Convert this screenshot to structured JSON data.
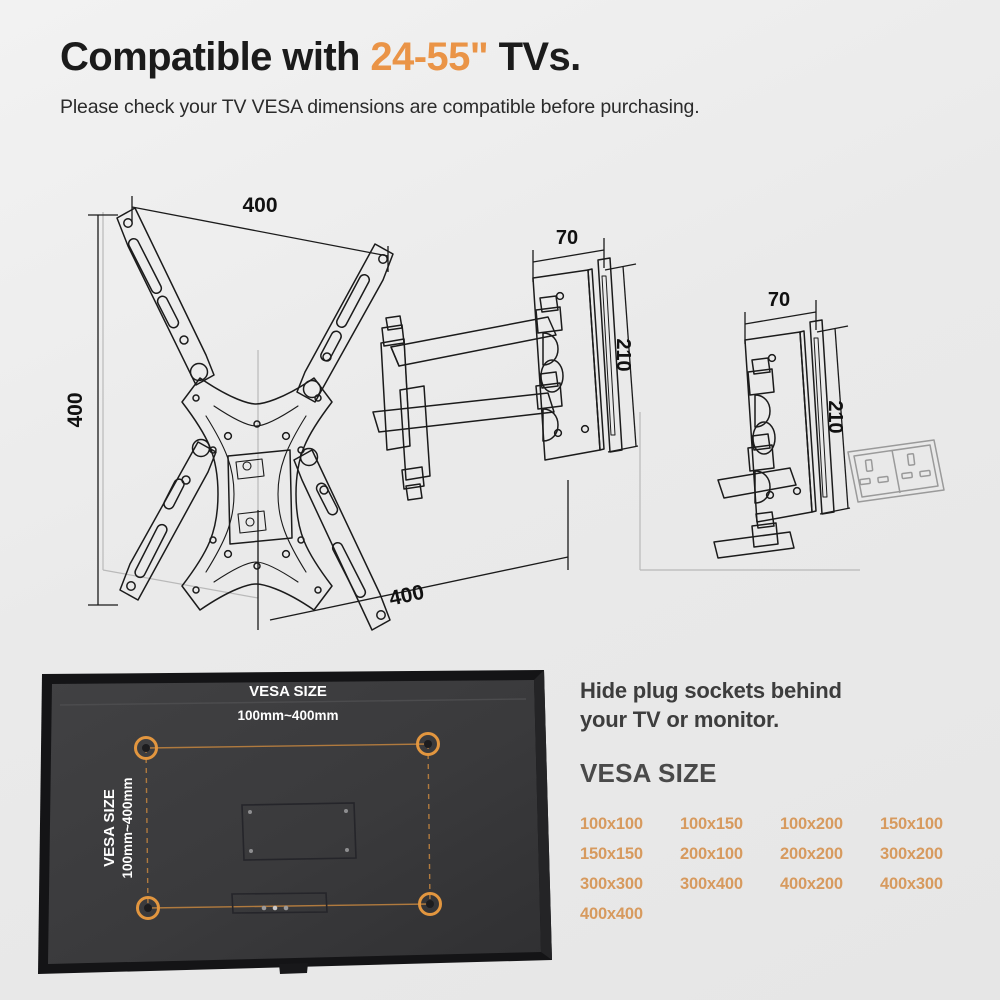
{
  "header": {
    "headline_prefix": "Compatible with ",
    "headline_accent": "24-55\"",
    "headline_suffix": " TVs.",
    "subhead": "Please check your TV VESA dimensions are compatible before purchasing."
  },
  "diagram": {
    "bracket_width_label": "400",
    "bracket_height_label": "400",
    "extension_label": "400",
    "plate_depth_label_1": "70",
    "plate_height_label_1": "210",
    "plate_depth_label_2": "70",
    "plate_height_label_2": "210"
  },
  "tv": {
    "vesa_top_title": "VESA SIZE",
    "vesa_top_range": "100mm~400mm",
    "vesa_side_title": "VESA SIZE",
    "vesa_side_range": "100mm~400mm"
  },
  "info": {
    "lead_line_1": "Hide plug sockets behind",
    "lead_line_2": "your TV or monitor.",
    "title": "VESA SIZE",
    "sizes": [
      "100x100",
      "100x150",
      "100x200",
      "150x100",
      "150x150",
      "200x100",
      "200x200",
      "300x200",
      "300x300",
      "300x400",
      "400x200",
      "400x300",
      "400x400"
    ]
  },
  "colors": {
    "accent_orange": "#ea9447",
    "list_orange": "#d79a5e",
    "background": "#ececec",
    "tv_body": "#3a3a3c",
    "line_dark": "#1b1b1b"
  }
}
